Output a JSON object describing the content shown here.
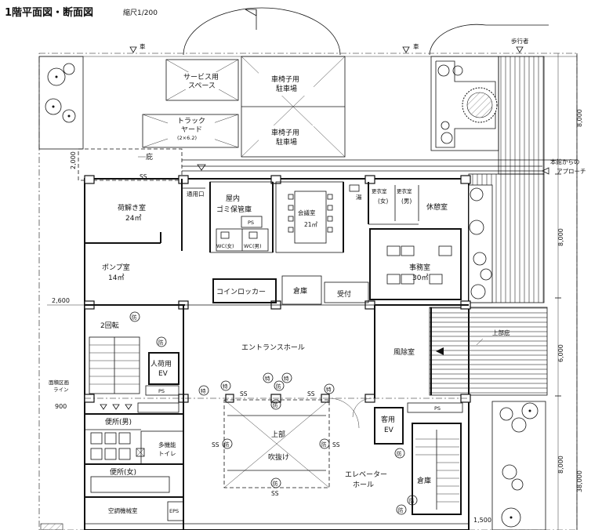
{
  "title": "1階平面図・断面図",
  "scale": "縮尺1/200",
  "labels": {
    "car_1": "車",
    "car_2": "車",
    "pedestrian": "歩行者",
    "service_space_1": "サービス用",
    "service_space_2": "スペース",
    "truck_yard_1": "トラック",
    "truck_yard_2": "ヤード",
    "truck_yard_3": "(2×6.2)",
    "wheelchair_parking_a_1": "車椅子用",
    "wheelchair_parking_a_2": "駐車場",
    "wheelchair_parking_b_1": "車椅子用",
    "wheelchair_parking_b_2": "駐車場",
    "eaves": "庇",
    "approach_1": "本館からの",
    "approach_2": "アプローチ",
    "ss": "SS",
    "unloading_room": "荷解き室",
    "unloading_area": "24㎡",
    "service_entrance": "通用口",
    "garbage_room_1": "屋内",
    "garbage_room_2": "ゴミ保管庫",
    "ps": "PS",
    "wc_female": "WC(女)",
    "wc_male": "WC(男)",
    "meeting_room": "会議室",
    "meeting_area": "21㎡",
    "kettle": "湯",
    "locker_f_1": "更衣室",
    "locker_f_2": "(女)",
    "locker_m_1": "更衣室",
    "locker_m_2": "(男)",
    "lounge": "休憩室",
    "pump_room": "ポンプ室",
    "pump_area": "14㎡",
    "office": "事務室",
    "office_area": "30㎡",
    "coin_locker": "コインロッカー",
    "storage": "倉庫",
    "reception": "受付",
    "two_turn": "2回転",
    "fire_1": "防",
    "cargo_ev_1": "人荷用",
    "cargo_ev_2": "EV",
    "entrance_hall": "エントランスホール",
    "windbreak": "風除室",
    "upper_eaves": "上部庇",
    "tokutei": "特",
    "firezone_1": "面積区画",
    "firezone_2": "ライン",
    "toilet_male": "便所(男)",
    "multi_toilet_1": "多機能",
    "multi_toilet_2": "トイレ",
    "toilet_female": "便所(女)",
    "ac_room": "空調機械室",
    "atrium_1": "上部",
    "atrium_2": "吹抜け",
    "guest_ev_1": "客用",
    "guest_ev_2": "EV",
    "elevator_hall_1": "エレベーター",
    "elevator_hall_2": "ホール",
    "storage_2": "倉庫",
    "ps_lower": "PS",
    "eps": "EPS"
  },
  "dimensions": {
    "d_2000": "2,000",
    "d_2600": "2,600",
    "d_900": "900",
    "d_1500": "1,500",
    "d_8000_a": "8,000",
    "d_8000_b": "8,000",
    "d_6000": "6,000",
    "d_8000_c": "8,000",
    "d_38000": "38,000"
  }
}
